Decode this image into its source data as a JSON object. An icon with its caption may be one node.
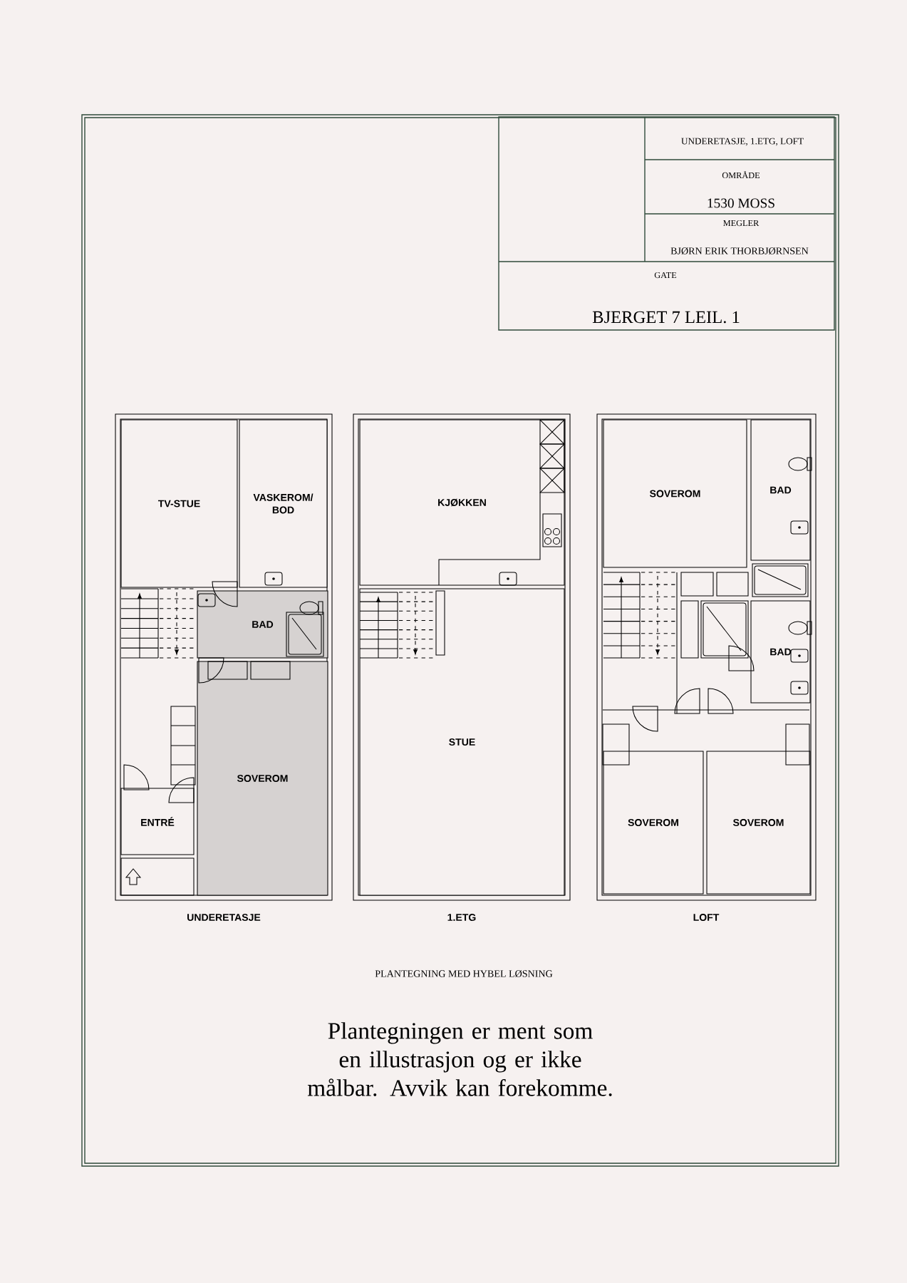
{
  "diagram": {
    "caption": "PLANTEGNING MED HYBEL LØSNING",
    "nodes": [
      {
        "text": [
          "UNDERETASJE"
        ]
      },
      {
        "text": [
          "TV-STUE"
        ],
        "in": 0
      },
      {
        "text": [
          "VASKEROM/ BOD"
        ],
        "in": 0
      },
      {
        "text": [
          "BAD"
        ],
        "in": 0
      },
      {
        "text": [
          "SOVEROM"
        ],
        "in": 0
      },
      {
        "text": [
          "ENTRÉ"
        ],
        "in": 0
      },
      {
        "text": [
          "1.ETG"
        ]
      },
      {
        "text": [
          "KJØKKEN"
        ],
        "in": 6
      },
      {
        "text": [
          "STUE"
        ],
        "in": 6
      },
      {
        "text": [
          "LOFT"
        ]
      },
      {
        "text": [
          "SOVEROM"
        ],
        "in": 9
      },
      {
        "text": [
          "BAD"
        ],
        "in": 9
      },
      {
        "text": [
          "BAD"
        ],
        "in": 9
      },
      {
        "text": [
          "SOVEROM"
        ],
        "in": 9
      },
      {
        "text": [
          "SOVEROM"
        ],
        "in": 9
      }
    ],
    "labels": [
      "UNDERETASJE, 1.ETG, LOFT",
      "OMRÅDE",
      "1530 MOSS",
      "MEGLER",
      "BJØRN ERIK THORBJØRNSEN",
      "GATE",
      "BJERGET 7 LEIL. 1",
      "Plantegningen er ment som en illustrasjon og er ikke målbar. Avvik kan forekomme."
    ]
  }
}
